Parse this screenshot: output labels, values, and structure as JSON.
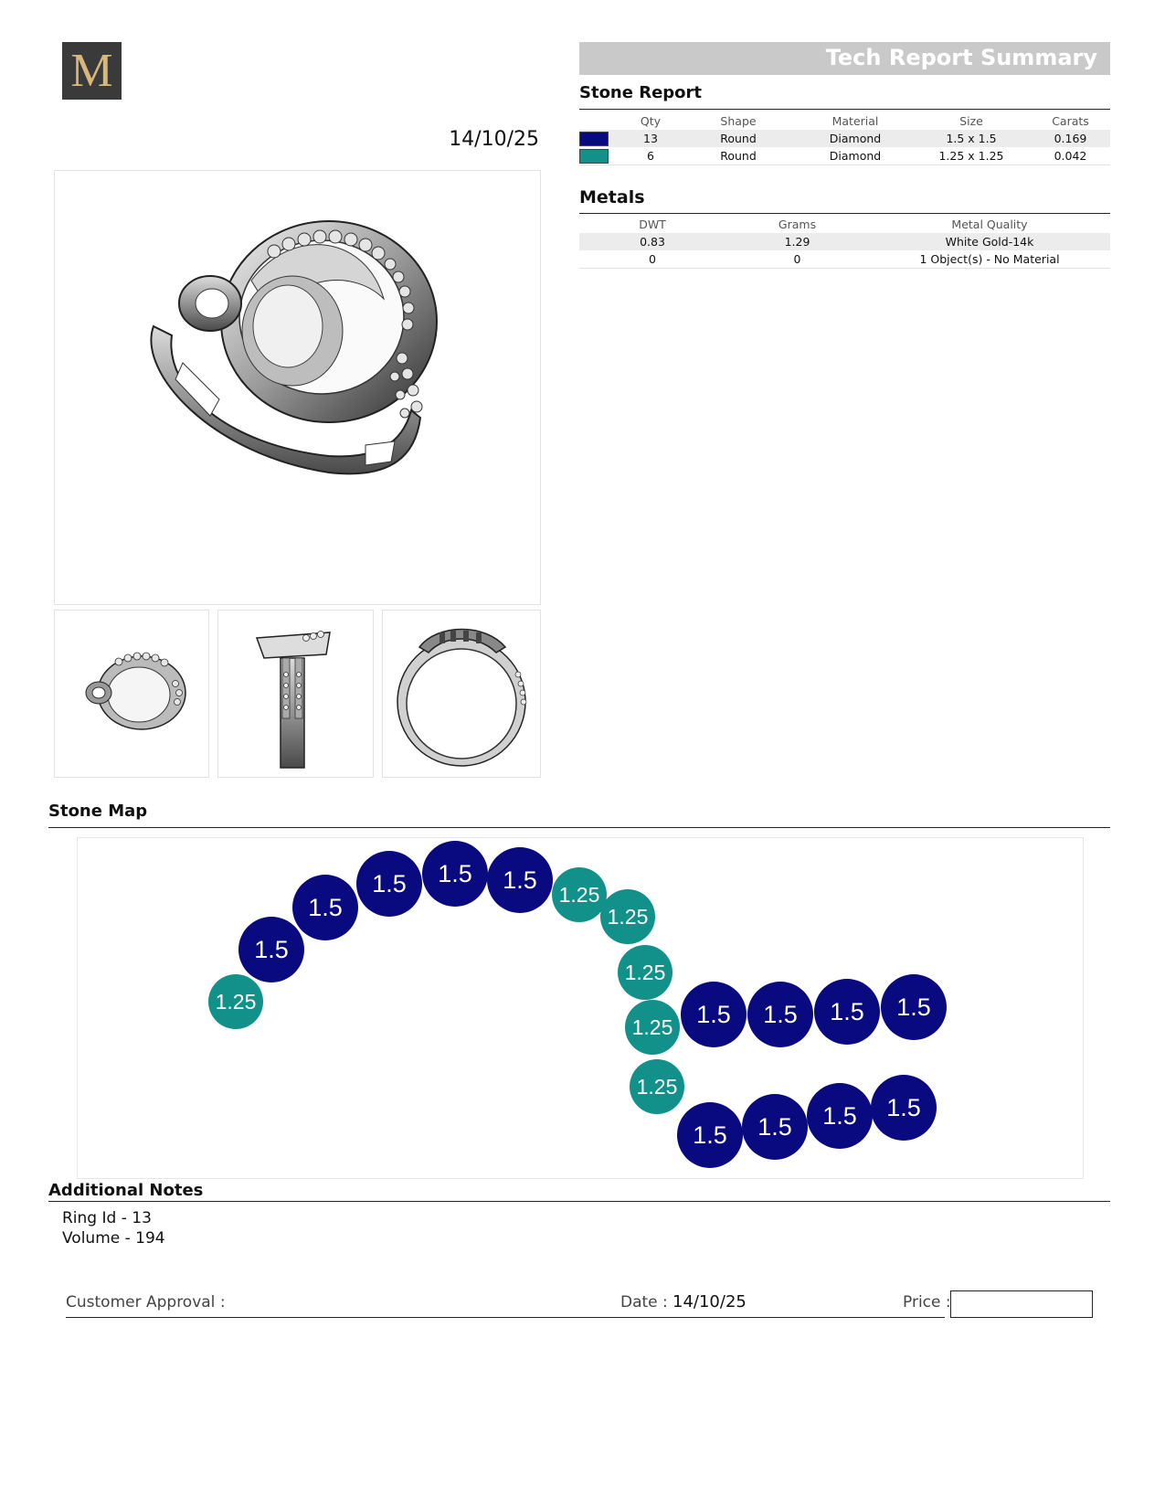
{
  "header": {
    "logo_letter": "M",
    "title": "Tech Report Summary",
    "date": "14/10/25"
  },
  "stone_report": {
    "title": "Stone Report",
    "columns": [
      "Qty",
      "Shape",
      "Material",
      "Size",
      "Carats"
    ],
    "rows": [
      {
        "color": "#0a0a80",
        "qty": "13",
        "shape": "Round",
        "material": "Diamond",
        "size": "1.5 x 1.5",
        "carats": "0.169"
      },
      {
        "color": "#12918b",
        "qty": "6",
        "shape": "Round",
        "material": "Diamond",
        "size": "1.25 x 1.25",
        "carats": "0.042"
      }
    ]
  },
  "metals": {
    "title": "Metals",
    "columns": [
      "DWT",
      "Grams",
      "Metal Quality"
    ],
    "rows": [
      {
        "dwt": "0.83",
        "grams": "1.29",
        "quality": "White Gold-14k"
      },
      {
        "dwt": "0",
        "grams": "0",
        "quality": "1 Object(s) - No Material"
      }
    ]
  },
  "stone_map": {
    "title": "Stone Map",
    "colors": {
      "large": "#0a0a80",
      "small": "#12918b"
    },
    "labels": [
      "1.25",
      "1.5",
      "1.5",
      "1.5",
      "1.5",
      "1.5",
      "1.25",
      "1.25",
      "1.25",
      "1.25",
      "1.25",
      "1.5",
      "1.5",
      "1.5",
      "1.5",
      "1.5",
      "1.5",
      "1.5",
      "1.5"
    ]
  },
  "notes": {
    "title": "Additional Notes",
    "lines": [
      "Ring Id - 13",
      "Volume - 194"
    ]
  },
  "approval": {
    "customer_label": "Customer Approval :",
    "date_label": "Date :",
    "date_value": "14/10/25",
    "price_label": "Price :",
    "price_value": ""
  }
}
